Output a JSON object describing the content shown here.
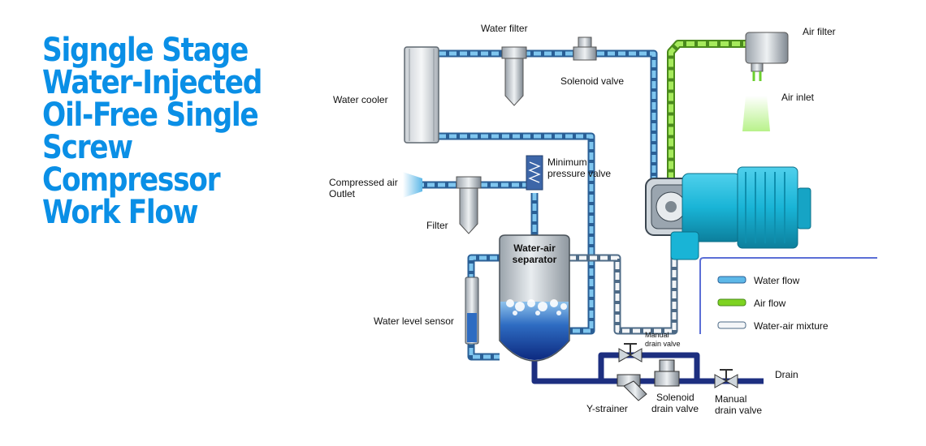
{
  "title_lines": [
    "Signgle Stage",
    "Water-Injected",
    "Oil-Free Single",
    "Screw",
    "Compressor",
    "Work Flow"
  ],
  "labels": {
    "water_filter": "Water filter",
    "solenoid_valve": "Solenoid valve",
    "air_filter": "Air filter",
    "air_inlet": "Air inlet",
    "water_cooler": "Water cooler",
    "minimum_pressure_valve_1": "Minimum",
    "minimum_pressure_valve_2": "pressure valve",
    "compressed_air_1": "Compressed air",
    "compressed_air_2": "Outlet",
    "filter": "Filter",
    "separator_1": "Water-air",
    "separator_2": "separator",
    "water_level_sensor": "Water level sensor",
    "manual_drain_valve_small_1": "Manual",
    "manual_drain_valve_small_2": "drain valve",
    "y_strainer": "Y-strainer",
    "solenoid_drain_1": "Solenoid",
    "solenoid_drain_2": "drain valve",
    "manual_drain_1": "Manual",
    "manual_drain_2": "drain valve",
    "drain": "Drain"
  },
  "legend": [
    {
      "label": "Water flow",
      "color": "#5db8e8"
    },
    {
      "label": "Air flow",
      "color": "#7ed321"
    },
    {
      "label": "Water-air mixture",
      "color": "#d8dde2"
    }
  ],
  "colors": {
    "title": "#0a8fe6",
    "water": "#5db8e8",
    "air": "#7ed321",
    "mixture": "#d8dde2",
    "pipe_outline": "#2a5f96",
    "drain_pipe": "#1d2f80",
    "motor": "#19b4d6"
  }
}
